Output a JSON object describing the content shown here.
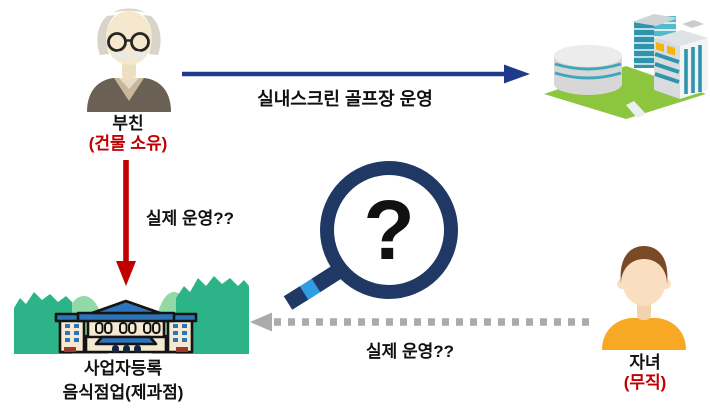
{
  "diagram": {
    "nodes": {
      "father": {
        "label": "부친",
        "status": "(건물 소유)"
      },
      "golf_building": {
        "icon": "office-building-complex"
      },
      "registered_business": {
        "label_line1": "사업자등록",
        "label_line2": "음식점업(제과점)"
      },
      "child": {
        "label": "자녀",
        "status": "(무직)"
      }
    },
    "edges": {
      "father_to_golf_building": {
        "label": "실내스크린 골프장 운영",
        "style": "solid",
        "color": "#1e3a8a",
        "direction": "right"
      },
      "father_to_registered_business": {
        "label": "실제 운영??",
        "style": "solid",
        "color": "#c00000",
        "direction": "down"
      },
      "child_to_registered_business": {
        "label": "실제 운영??",
        "style": "dotted",
        "color": "#ababab",
        "direction": "left"
      }
    },
    "magnifier": {
      "glyph": "?"
    },
    "colors": {
      "navy_arrow": "#1e3a8a",
      "red_accent": "#c00000",
      "dotted_gray": "#ababab",
      "magnifier_navy": "#1f3864",
      "magnifier_band_blue": "#2f9de0",
      "mountain_dark_green": "#2db388",
      "mountain_light_green": "#92d9a8",
      "civic_building_blue": "#2d74b8",
      "civic_building_cream": "#f6e9d2",
      "shirt_orange": "#f7a825",
      "coat_taupe": "#6b6054",
      "lawn_green": "#8cc63e",
      "tower_teal": "#2e95ad"
    }
  }
}
